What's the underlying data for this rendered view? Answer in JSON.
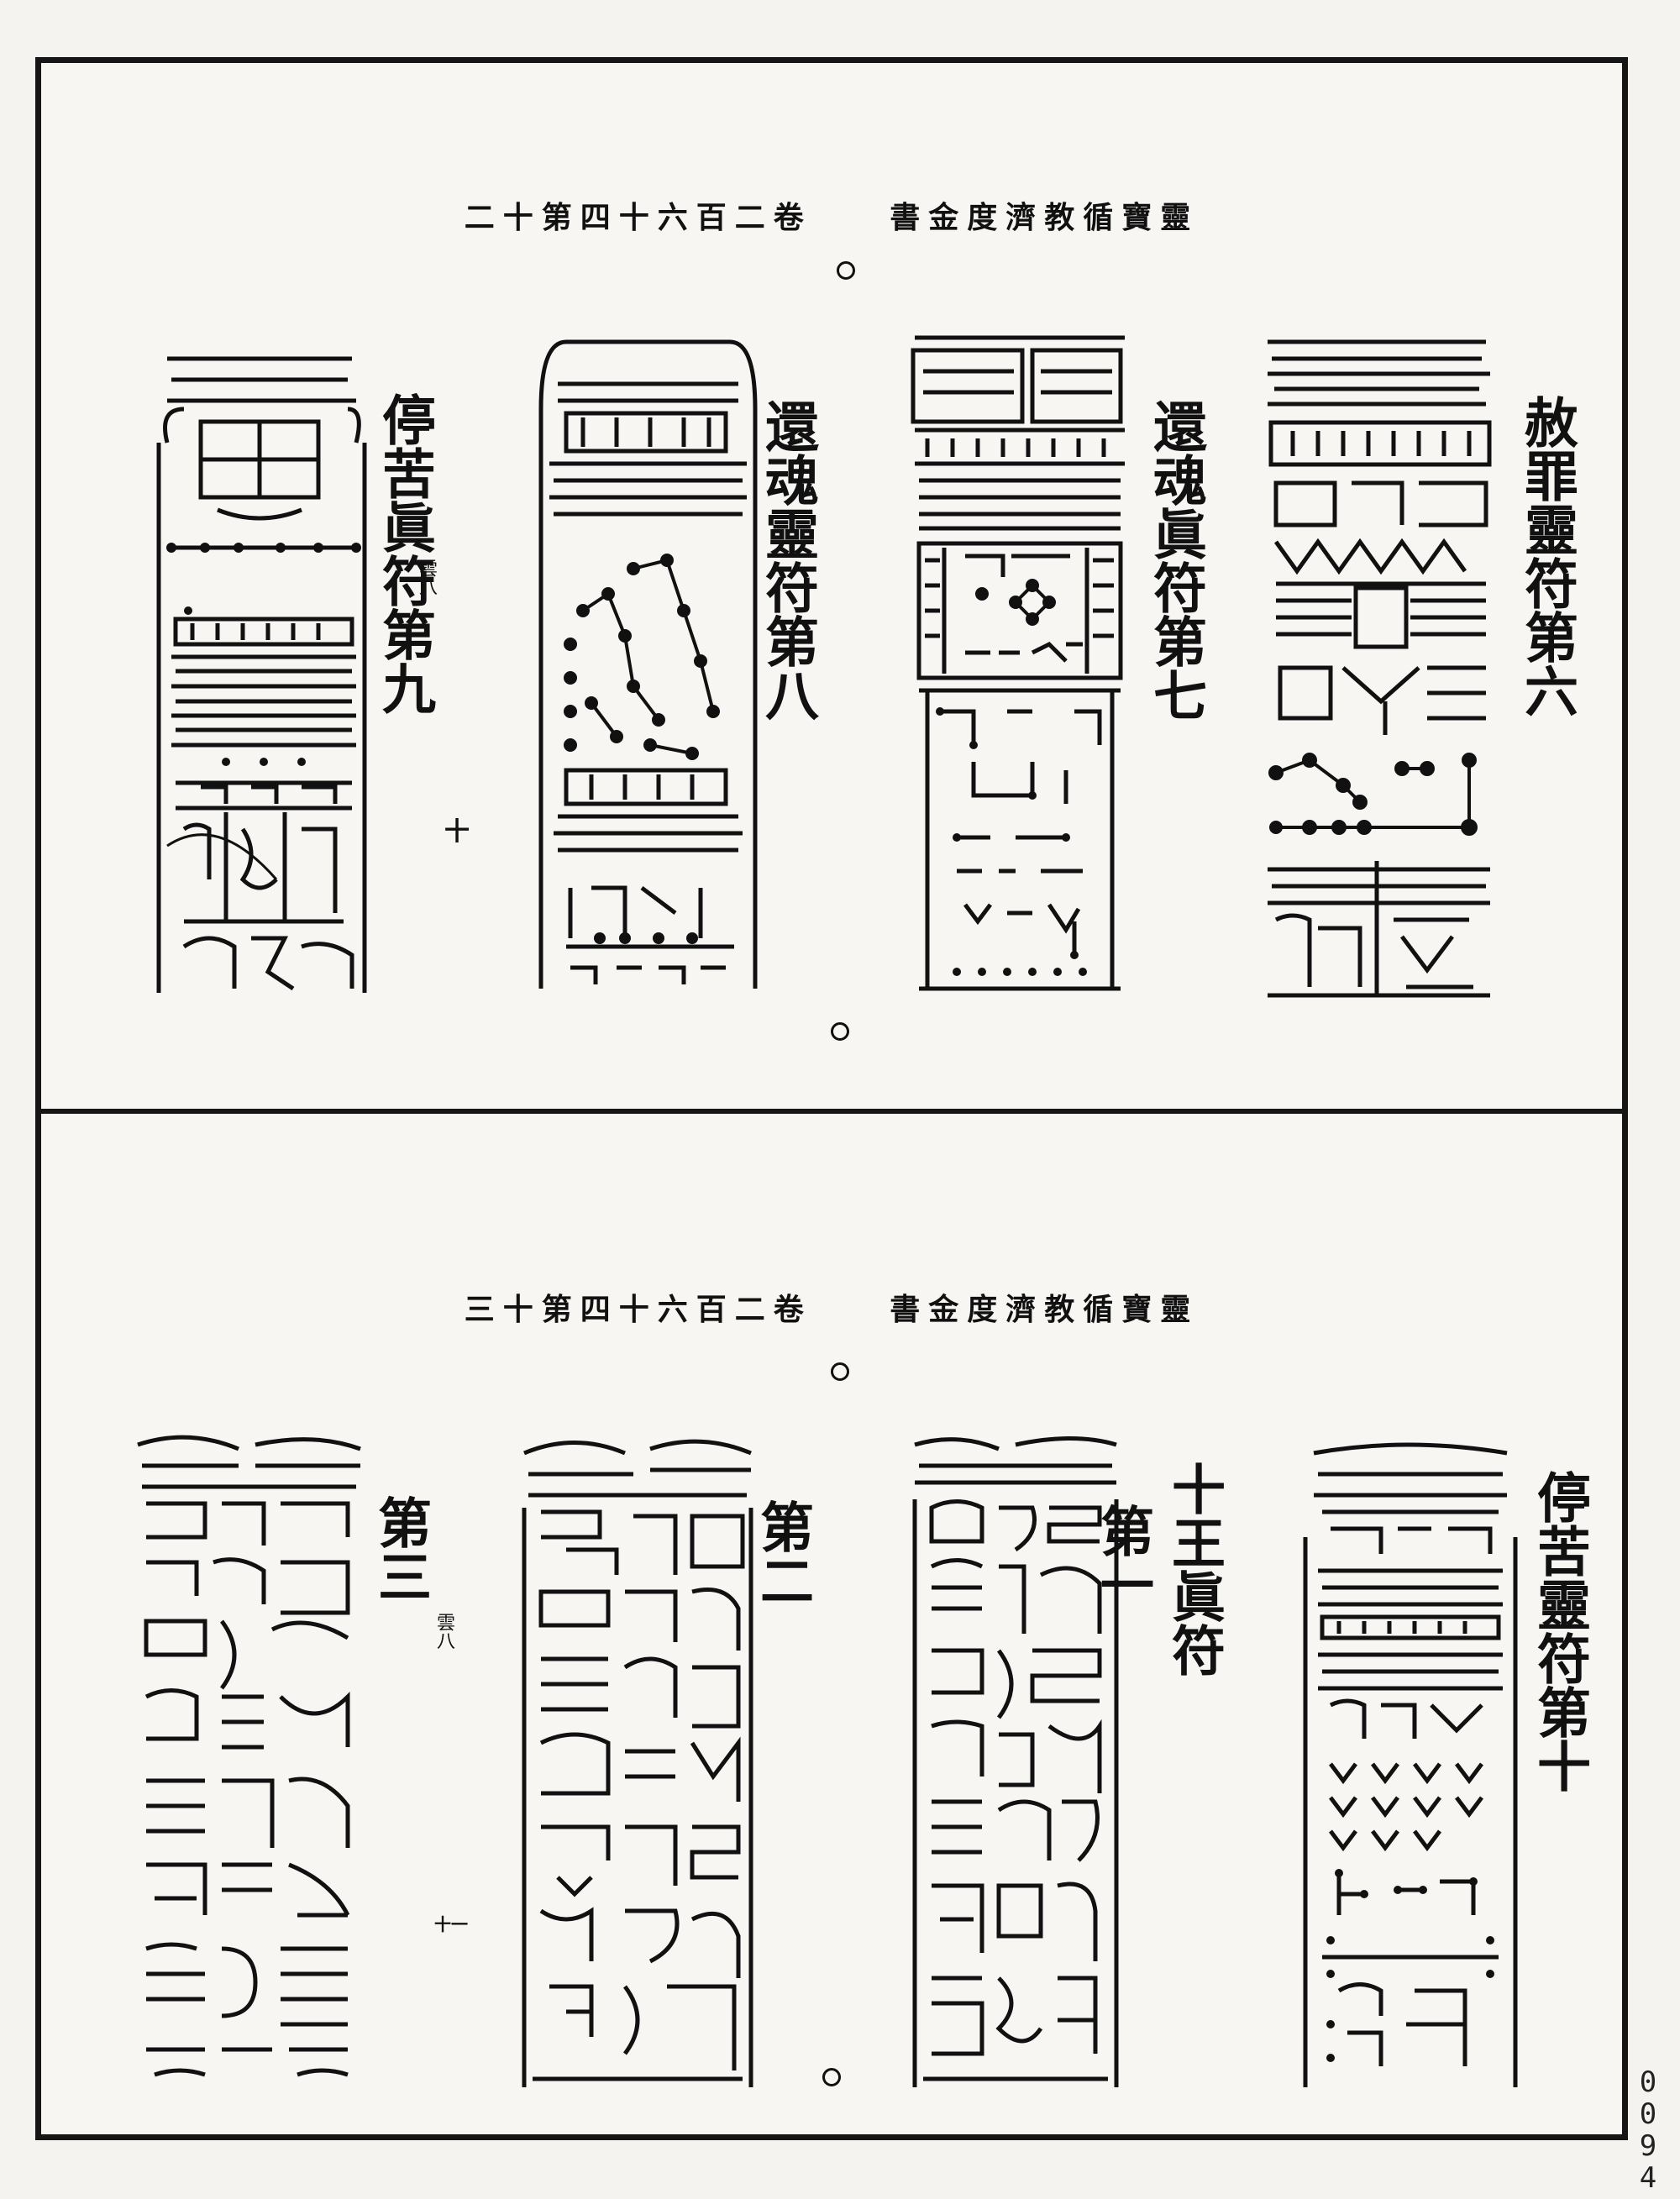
{
  "top": {
    "header_left": "二十第四十六百二卷",
    "header_right": "書金度濟教循寶靈",
    "titles": {
      "t6": "赦罪靈符第六",
      "t7": "還魂眞符第七",
      "t8": "還魂靈符第八",
      "t9": "停苦眞符第九"
    },
    "note": "雲八",
    "plus": "十"
  },
  "bottom": {
    "header_left": "三十第四十六百二卷",
    "header_right": "書金度濟教循寶靈",
    "titles": {
      "t10": "停苦靈符第十",
      "kings": "十王眞符",
      "first": "第一",
      "second": "第二",
      "third": "第三"
    },
    "note": "雲八",
    "plus": "十一"
  },
  "margin_number": [
    "0",
    "0",
    "9",
    "4"
  ]
}
